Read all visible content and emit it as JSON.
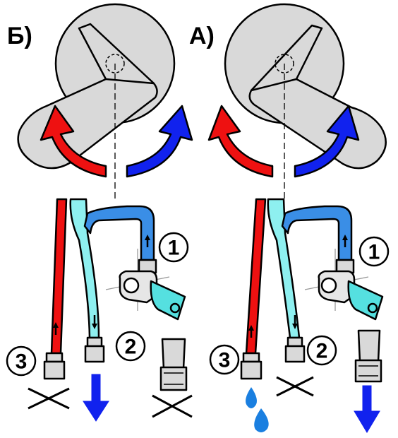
{
  "panels": {
    "left": {
      "label": "Б)",
      "markers": [
        "1",
        "2",
        "3"
      ]
    },
    "right": {
      "label": "А)",
      "markers": [
        "1",
        "2",
        "3"
      ]
    }
  },
  "colors": {
    "hot": "#ee1111",
    "cold": "#1122ee",
    "cold_hose": "#8ef0f0",
    "outlet_pipe": "#3a8ee6",
    "water_drop": "#1a7fe0",
    "tap_body": "#d9d9d9",
    "valve_handle": "#55e0e0"
  },
  "icons": [
    "mixer-lever-icon",
    "rotation-arrow-icon",
    "cross-mark-icon",
    "flow-down-arrow-icon",
    "water-drop-icon"
  ]
}
